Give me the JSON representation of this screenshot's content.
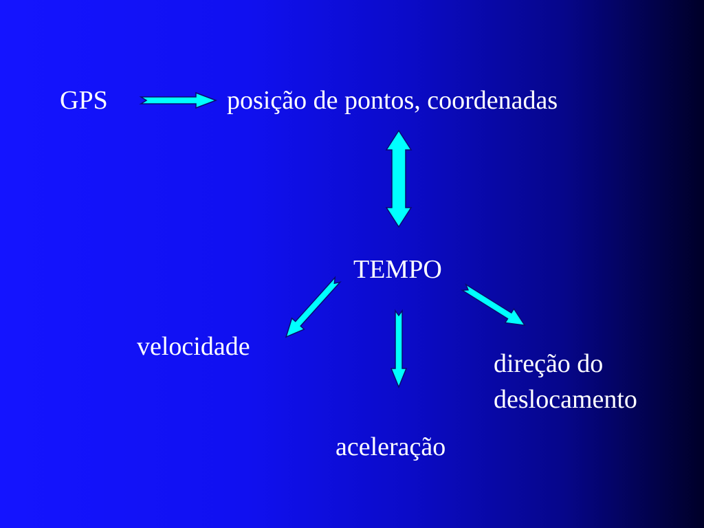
{
  "diagram": {
    "colors": {
      "background_left": "#1414ff",
      "background_right": "#000028",
      "arrow_fill": "#00ffff",
      "text": "#ffffff"
    },
    "nodes": {
      "gps": "GPS",
      "posicao": "posição de pontos, coordenadas",
      "tempo": "TEMPO",
      "velocidade": "velocidade",
      "direcao_line1": "direção do",
      "direcao_line2": "deslocamento",
      "aceleracao": "aceleração"
    },
    "edges": [
      {
        "from": "gps",
        "to": "posicao",
        "kind": "arrow-right"
      },
      {
        "from": "posicao",
        "to": "tempo",
        "kind": "double-arrow"
      },
      {
        "from": "tempo",
        "to": "velocidade",
        "kind": "arrow"
      },
      {
        "from": "tempo",
        "to": "aceleracao",
        "kind": "arrow"
      },
      {
        "from": "tempo",
        "to": "direcao",
        "kind": "arrow"
      }
    ]
  }
}
